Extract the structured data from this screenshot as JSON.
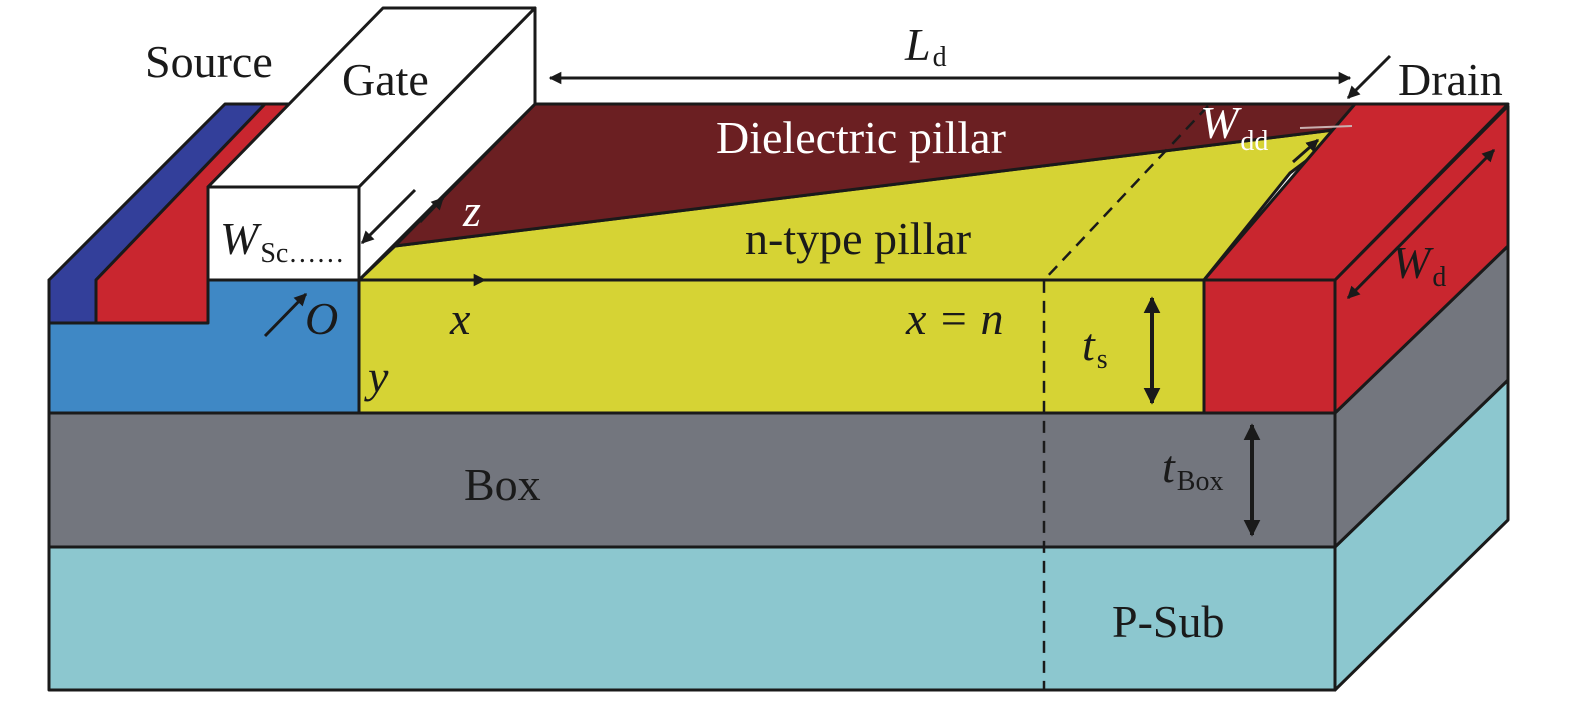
{
  "labels": {
    "source": "Source",
    "gate": "Gate",
    "drain": "Drain",
    "dielectric_pillar": "Dielectric pillar",
    "n_type_pillar": "n-type pillar",
    "box": "Box",
    "p_sub": "P-Sub",
    "origin": "O",
    "axis_x": "x",
    "axis_y": "y",
    "axis_z": "z",
    "x_eq": "x = n"
  },
  "dimensions": {
    "Ld": {
      "main": "L",
      "sub": "d"
    },
    "Wsc": {
      "main": "W",
      "sub": "Sc",
      "dots": "……"
    },
    "Wdd": {
      "main": "W",
      "sub": "dd"
    },
    "Wd": {
      "main": "W",
      "sub": "d"
    },
    "ts": {
      "main": "t",
      "sub": "s"
    },
    "tBox": {
      "main": "t",
      "sub": "Box"
    }
  },
  "colors": {
    "dielectric": "#6b1f22",
    "n_type": "#d6d334",
    "drain_red": "#c9262f",
    "source_blue": "#3f88c5",
    "source_contact": "#333f9a",
    "box_gray": "#73767e",
    "substrate": "#8cc7cf",
    "gate": "#ffffff"
  }
}
